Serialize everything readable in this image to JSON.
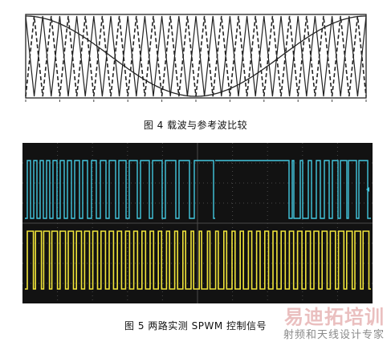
{
  "figure4": {
    "caption": "图 4 载波与参考波比较",
    "carrier_periods": 20,
    "reference_wave": "cosine"
  },
  "figure5": {
    "caption": "图 5 两路实测 SPWM 控制信号",
    "channel_colors": {
      "upper": "#44c8e0",
      "lower": "#f0e43a",
      "grid": "#4a4a4a",
      "background": "#121212"
    }
  },
  "watermark": {
    "main": "易迪拓培训",
    "sub": "射频和天线设计专家"
  }
}
